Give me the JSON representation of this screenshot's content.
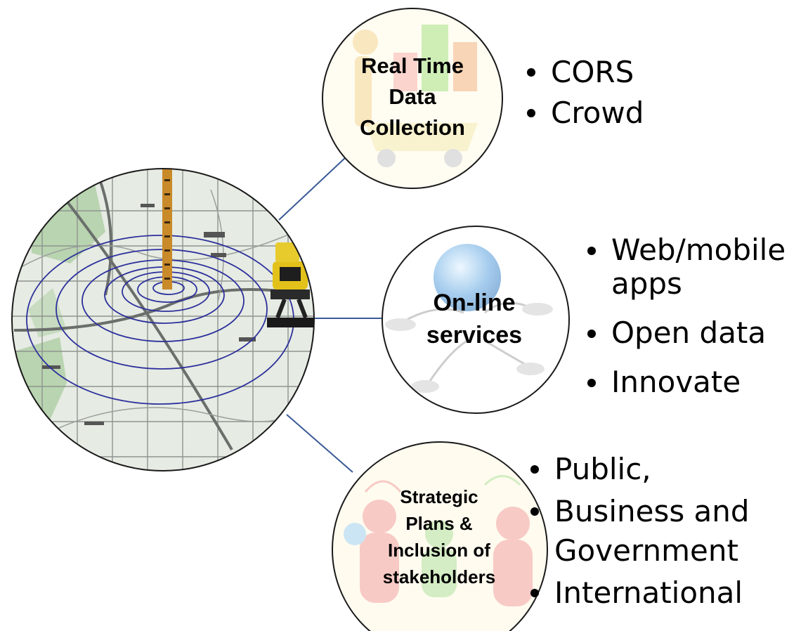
{
  "colors": {
    "connector": "#3a5a96",
    "circle_border": "#1a1a1a",
    "map_background": "#e6ebe3",
    "map_contour": "#2c2f9c"
  },
  "center_image": {
    "icon": "survey-map-with-total-station-icon"
  },
  "nodes": [
    {
      "label_lines": [
        "Real Time",
        "Data",
        "Collection"
      ],
      "icon": "shopping-cart-chart-icon",
      "bullets": [
        "CORS",
        "Crowd"
      ]
    },
    {
      "label_lines": [
        "On-line",
        "services"
      ],
      "icon": "globe-network-icon",
      "bullets": [
        "Web/mobile apps",
        "Open data",
        "Innovate"
      ]
    },
    {
      "label_lines": [
        "Strategic",
        "Plans &",
        "Inclusion of",
        "stakeholders"
      ],
      "icon": "people-group-icon",
      "bullets": [
        "Public,",
        "Business and Government",
        "International"
      ]
    }
  ]
}
